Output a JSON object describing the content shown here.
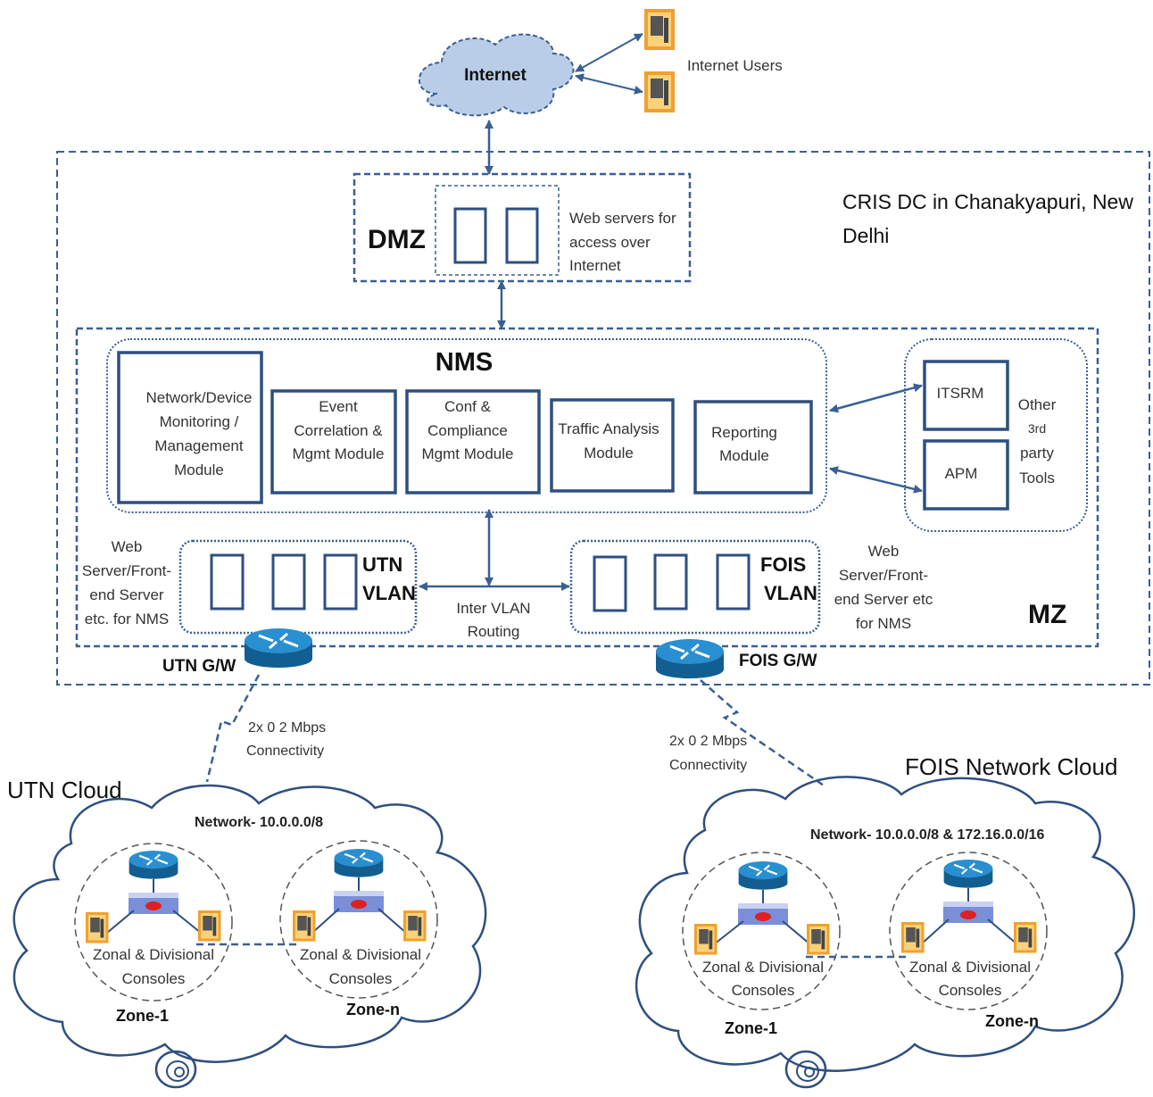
{
  "internet": {
    "label": "Internet",
    "users_label": "Internet Users"
  },
  "datacenter": {
    "title_line1": "CRIS DC in Chanakyapuri, New",
    "title_line2": "Delhi"
  },
  "dmz": {
    "label": "DMZ",
    "web_servers_lines": [
      "Web servers for",
      "access over",
      "Internet"
    ]
  },
  "mz": {
    "label": "MZ"
  },
  "nms": {
    "label": "NMS",
    "modules": [
      {
        "lines": [
          "Network/Device",
          "Monitoring /",
          "Management",
          "Module"
        ]
      },
      {
        "lines": [
          "Event",
          "Correlation &",
          "Mgmt  Module"
        ]
      },
      {
        "lines": [
          "Conf &",
          "Compliance",
          "Mgmt Module"
        ]
      },
      {
        "lines": [
          "Traffic Analysis",
          "Module"
        ]
      },
      {
        "lines": [
          "Reporting",
          "Module"
        ]
      }
    ]
  },
  "third_party": {
    "itsrm": "ITSRM",
    "apm": "APM",
    "other_lines": [
      "Other",
      "3rd",
      "party",
      "Tools"
    ]
  },
  "utn_vlan": {
    "label_lines": [
      "UTN",
      "VLAN"
    ],
    "side_lines": [
      "Web",
      "Server/Front-",
      "end Server",
      "etc. for NMS"
    ]
  },
  "fois_vlan": {
    "label_lines": [
      "FOIS",
      "VLAN"
    ],
    "side_lines": [
      "Web",
      "Server/Front-",
      "end Server etc",
      "for NMS"
    ]
  },
  "inter_vlan": [
    "Inter VLAN",
    "Routing"
  ],
  "gateways": {
    "utn": "UTN G/W",
    "fois": "FOIS G/W"
  },
  "links": {
    "utn": [
      "2x 0 2 Mbps",
      "Connectivity"
    ],
    "fois": [
      "2x 0 2 Mbps",
      "Connectivity"
    ]
  },
  "utn_cloud": {
    "title": "UTN  Cloud",
    "network": "Network- 10.0.0.0/8",
    "zones": [
      {
        "name": "Zone-1",
        "consoles_lines": [
          "Zonal & Divisional",
          "Consoles"
        ]
      },
      {
        "name": "Zone-n",
        "consoles_lines": [
          "Zonal & Divisional",
          "Consoles"
        ]
      }
    ]
  },
  "fois_cloud": {
    "title": "FOIS Network  Cloud",
    "network": "Network- 10.0.0.0/8 & 172.16.0.0/16",
    "zones": [
      {
        "name": "Zone-1",
        "consoles_lines": [
          "Zonal & Divisional",
          "Consoles"
        ]
      },
      {
        "name": "Zone-n",
        "consoles_lines": [
          "Zonal & Divisional",
          "Consoles"
        ]
      }
    ]
  },
  "colors": {
    "line": "#3a5f94",
    "router": "#1a78b8",
    "cloud_fill": "#b9cde8",
    "pc_orange": "#f0a030"
  }
}
